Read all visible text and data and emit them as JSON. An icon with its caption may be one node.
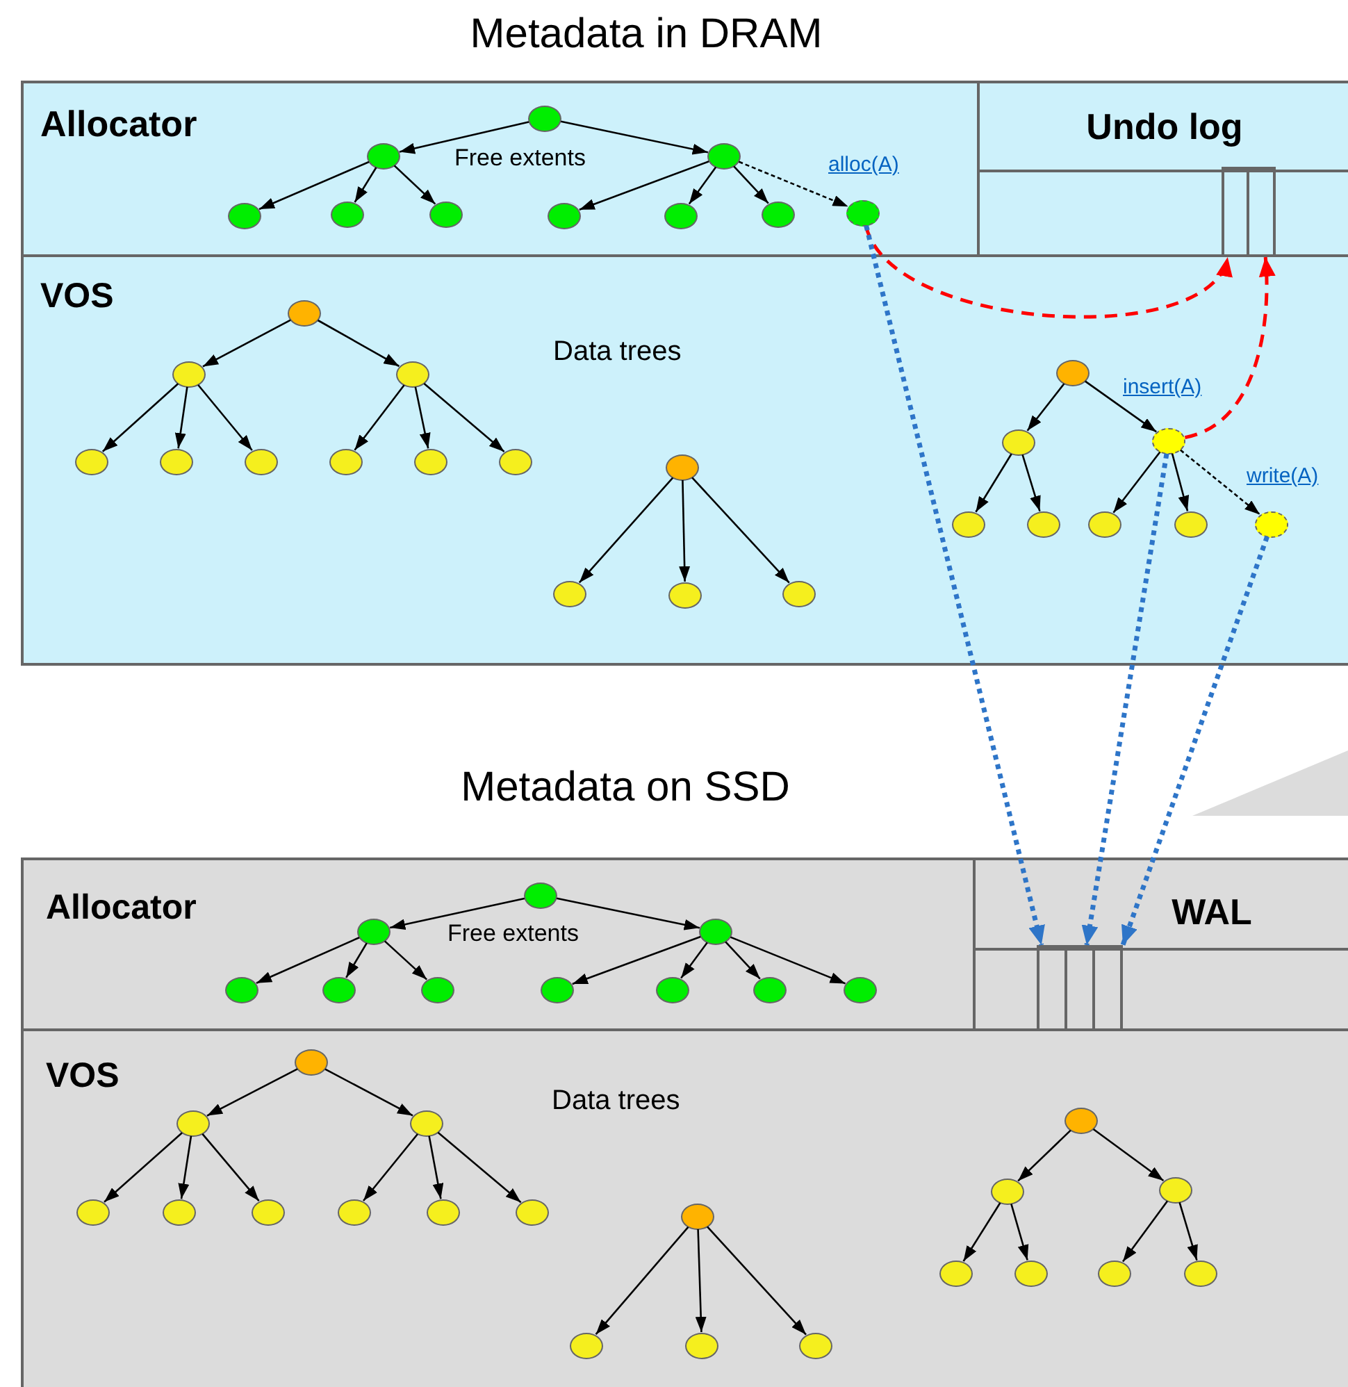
{
  "diagram": {
    "nodes": [
      {
        "text": [
          "Metadata in DRAM"
        ]
      },
      {
        "text": [
          "Allocator"
        ],
        "in": 0
      },
      {
        "text": [
          "Undo log"
        ],
        "in": 0
      },
      {
        "text": [],
        "shape": "box",
        "in": 2
      },
      {
        "text": [],
        "shape": "box",
        "in": 2
      },
      {
        "text": [
          "VOS"
        ],
        "in": 0
      },
      {
        "text": [],
        "shape": "circle",
        "in": 1
      },
      {
        "text": [],
        "shape": "circle",
        "in": 1
      },
      {
        "text": [],
        "shape": "circle",
        "in": 1
      },
      {
        "text": [],
        "shape": "circle",
        "in": 1
      },
      {
        "text": [],
        "shape": "circle",
        "in": 1
      },
      {
        "text": [],
        "shape": "circle",
        "in": 1
      },
      {
        "text": [],
        "shape": "circle",
        "in": 1
      },
      {
        "text": [],
        "shape": "circle",
        "in": 1
      },
      {
        "text": [],
        "shape": "circle",
        "in": 1
      },
      {
        "text": [],
        "shape": "circle",
        "in": 1,
        "beside": [
          "alloc(A)"
        ]
      },
      {
        "text": [],
        "shape": "circle",
        "in": 5
      },
      {
        "text": [],
        "shape": "circle",
        "in": 5
      },
      {
        "text": [],
        "shape": "circle",
        "in": 5
      },
      {
        "text": [],
        "shape": "circle",
        "in": 5
      },
      {
        "text": [],
        "shape": "circle",
        "in": 5
      },
      {
        "text": [],
        "shape": "circle",
        "in": 5
      },
      {
        "text": [],
        "shape": "circle",
        "in": 5
      },
      {
        "text": [],
        "shape": "circle",
        "in": 5
      },
      {
        "text": [],
        "shape": "circle",
        "in": 5
      },
      {
        "text": [],
        "shape": "circle",
        "in": 5
      },
      {
        "text": [],
        "shape": "circle",
        "in": 5
      },
      {
        "text": [],
        "shape": "circle",
        "in": 5
      },
      {
        "text": [],
        "shape": "circle",
        "in": 5
      },
      {
        "text": [],
        "shape": "circle",
        "in": 5
      },
      {
        "text": [],
        "shape": "circle",
        "in": 5
      },
      {
        "text": [],
        "shape": "circle",
        "in": 5,
        "beside": [
          "insert(A)"
        ]
      },
      {
        "text": [],
        "shape": "circle",
        "in": 5
      },
      {
        "text": [],
        "shape": "circle",
        "in": 5
      },
      {
        "text": [],
        "shape": "circle",
        "in": 5
      },
      {
        "text": [],
        "shape": "circle",
        "in": 5
      },
      {
        "text": [],
        "shape": "circle",
        "in": 5,
        "beside": [
          "write(A)"
        ]
      },
      {
        "text": [
          "Metadata on SSD"
        ]
      },
      {
        "text": [
          "Allocator"
        ],
        "in": 37
      },
      {
        "text": [
          "WAL"
        ],
        "in": 37
      },
      {
        "text": [],
        "shape": "box",
        "in": 39
      },
      {
        "text": [],
        "shape": "box",
        "in": 39
      },
      {
        "text": [],
        "shape": "box",
        "in": 39
      },
      {
        "text": [
          "VOS"
        ],
        "in": 37
      },
      {
        "text": [],
        "shape": "circle",
        "in": 38
      },
      {
        "text": [],
        "shape": "circle",
        "in": 38
      },
      {
        "text": [],
        "shape": "circle",
        "in": 38
      },
      {
        "text": [],
        "shape": "circle",
        "in": 38
      },
      {
        "text": [],
        "shape": "circle",
        "in": 38
      },
      {
        "text": [],
        "shape": "circle",
        "in": 38
      },
      {
        "text": [],
        "shape": "circle",
        "in": 38
      },
      {
        "text": [],
        "shape": "circle",
        "in": 38
      },
      {
        "text": [],
        "shape": "circle",
        "in": 38
      },
      {
        "text": [],
        "shape": "circle",
        "in": 38
      },
      {
        "text": [],
        "shape": "circle",
        "in": 43
      },
      {
        "text": [],
        "shape": "circle",
        "in": 43
      },
      {
        "text": [],
        "shape": "circle",
        "in": 43
      },
      {
        "text": [],
        "shape": "circle",
        "in": 43
      },
      {
        "text": [],
        "shape": "circle",
        "in": 43
      },
      {
        "text": [],
        "shape": "circle",
        "in": 43
      },
      {
        "text": [],
        "shape": "circle",
        "in": 43
      },
      {
        "text": [],
        "shape": "circle",
        "in": 43
      },
      {
        "text": [],
        "shape": "circle",
        "in": 43
      },
      {
        "text": [],
        "shape": "circle",
        "in": 43
      },
      {
        "text": [],
        "shape": "circle",
        "in": 43
      },
      {
        "text": [],
        "shape": "circle",
        "in": 43
      },
      {
        "text": [],
        "shape": "circle",
        "in": 43
      },
      {
        "text": [],
        "shape": "circle",
        "in": 43
      },
      {
        "text": [],
        "shape": "circle",
        "in": 43
      },
      {
        "text": [],
        "shape": "circle",
        "in": 43
      },
      {
        "text": [],
        "shape": "circle",
        "in": 43
      },
      {
        "text": [],
        "shape": "circle",
        "in": 43
      },
      {
        "text": [],
        "shape": "circle",
        "in": 43
      },
      {
        "text": [],
        "shape": "circle",
        "in": 43
      },
      {
        "text": [],
        "shape": "triangle"
      }
    ],
    "edges": [
      {
        "from": 6,
        "to": 7,
        "arrow": "to"
      },
      {
        "from": 6,
        "to": 8,
        "arrow": "to"
      },
      {
        "from": 7,
        "to": 9,
        "arrow": "to"
      },
      {
        "from": 7,
        "to": 10,
        "arrow": "to"
      },
      {
        "from": 7,
        "to": 11,
        "arrow": "to"
      },
      {
        "from": 8,
        "to": 12,
        "arrow": "to"
      },
      {
        "from": 8,
        "to": 13,
        "arrow": "to"
      },
      {
        "from": 8,
        "to": 14,
        "arrow": "to"
      },
      {
        "from": 8,
        "to": 15,
        "arrow": "to",
        "style": "dashed"
      },
      {
        "from": 16,
        "to": 17,
        "arrow": "to"
      },
      {
        "from": 16,
        "to": 18,
        "arrow": "to"
      },
      {
        "from": 17,
        "to": 19,
        "arrow": "to"
      },
      {
        "from": 17,
        "to": 20,
        "arrow": "to"
      },
      {
        "from": 17,
        "to": 21,
        "arrow": "to"
      },
      {
        "from": 18,
        "to": 22,
        "arrow": "to"
      },
      {
        "from": 18,
        "to": 23,
        "arrow": "to"
      },
      {
        "from": 18,
        "to": 24,
        "arrow": "to"
      },
      {
        "from": 25,
        "to": 26,
        "arrow": "to"
      },
      {
        "from": 25,
        "to": 27,
        "arrow": "to"
      },
      {
        "from": 25,
        "to": 28,
        "arrow": "to"
      },
      {
        "from": 29,
        "to": 30,
        "arrow": "to"
      },
      {
        "from": 29,
        "to": 31,
        "arrow": "to"
      },
      {
        "from": 30,
        "to": 32,
        "arrow": "to"
      },
      {
        "from": 30,
        "to": 33,
        "arrow": "to"
      },
      {
        "from": 31,
        "to": 34,
        "arrow": "to"
      },
      {
        "from": 31,
        "to": 35,
        "arrow": "to"
      },
      {
        "from": 31,
        "to": 36,
        "arrow": "to",
        "style": "dashed"
      },
      {
        "from": 15,
        "to": 3,
        "arrow": "to",
        "style": "dashed",
        "color": "#ff0000"
      },
      {
        "from": 31,
        "to": 4,
        "arrow": "to",
        "style": "dashed",
        "color": "#ff0000"
      },
      {
        "from": 15,
        "to": 40,
        "arrow": "to",
        "style": "dashed",
        "color": "#2e75c8"
      },
      {
        "from": 31,
        "to": 41,
        "arrow": "to",
        "style": "dashed",
        "color": "#2e75c8"
      },
      {
        "from": 36,
        "to": 42,
        "arrow": "to",
        "style": "dashed",
        "color": "#2e75c8"
      },
      {
        "from": 44,
        "to": 45,
        "arrow": "to"
      },
      {
        "from": 44,
        "to": 46,
        "arrow": "to"
      },
      {
        "from": 45,
        "to": 47,
        "arrow": "to"
      },
      {
        "from": 45,
        "to": 48,
        "arrow": "to"
      },
      {
        "from": 45,
        "to": 49,
        "arrow": "to"
      },
      {
        "from": 46,
        "to": 50,
        "arrow": "to"
      },
      {
        "from": 46,
        "to": 51,
        "arrow": "to"
      },
      {
        "from": 46,
        "to": 52,
        "arrow": "to"
      },
      {
        "from": 46,
        "to": 53,
        "arrow": "to"
      },
      {
        "from": 54,
        "to": 55,
        "arrow": "to"
      },
      {
        "from": 54,
        "to": 56,
        "arrow": "to"
      },
      {
        "from": 55,
        "to": 57,
        "arrow": "to"
      },
      {
        "from": 55,
        "to": 58,
        "arrow": "to"
      },
      {
        "from": 55,
        "to": 59,
        "arrow": "to"
      },
      {
        "from": 56,
        "to": 60,
        "arrow": "to"
      },
      {
        "from": 56,
        "to": 61,
        "arrow": "to"
      },
      {
        "from": 56,
        "to": 62,
        "arrow": "to"
      },
      {
        "from": 63,
        "to": 64,
        "arrow": "to"
      },
      {
        "from": 63,
        "to": 65,
        "arrow": "to"
      },
      {
        "from": 63,
        "to": 66,
        "arrow": "to"
      },
      {
        "from": 67,
        "to": 68,
        "arrow": "to"
      },
      {
        "from": 67,
        "to": 69,
        "arrow": "to"
      },
      {
        "from": 68,
        "to": 70,
        "arrow": "to"
      },
      {
        "from": 68,
        "to": 71,
        "arrow": "to"
      },
      {
        "from": 69,
        "to": 72,
        "arrow": "to"
      },
      {
        "from": 69,
        "to": 73,
        "arrow": "to"
      }
    ],
    "labels": [
      "Free extents",
      "Data trees",
      "Free extents",
      "Data trees"
    ]
  }
}
